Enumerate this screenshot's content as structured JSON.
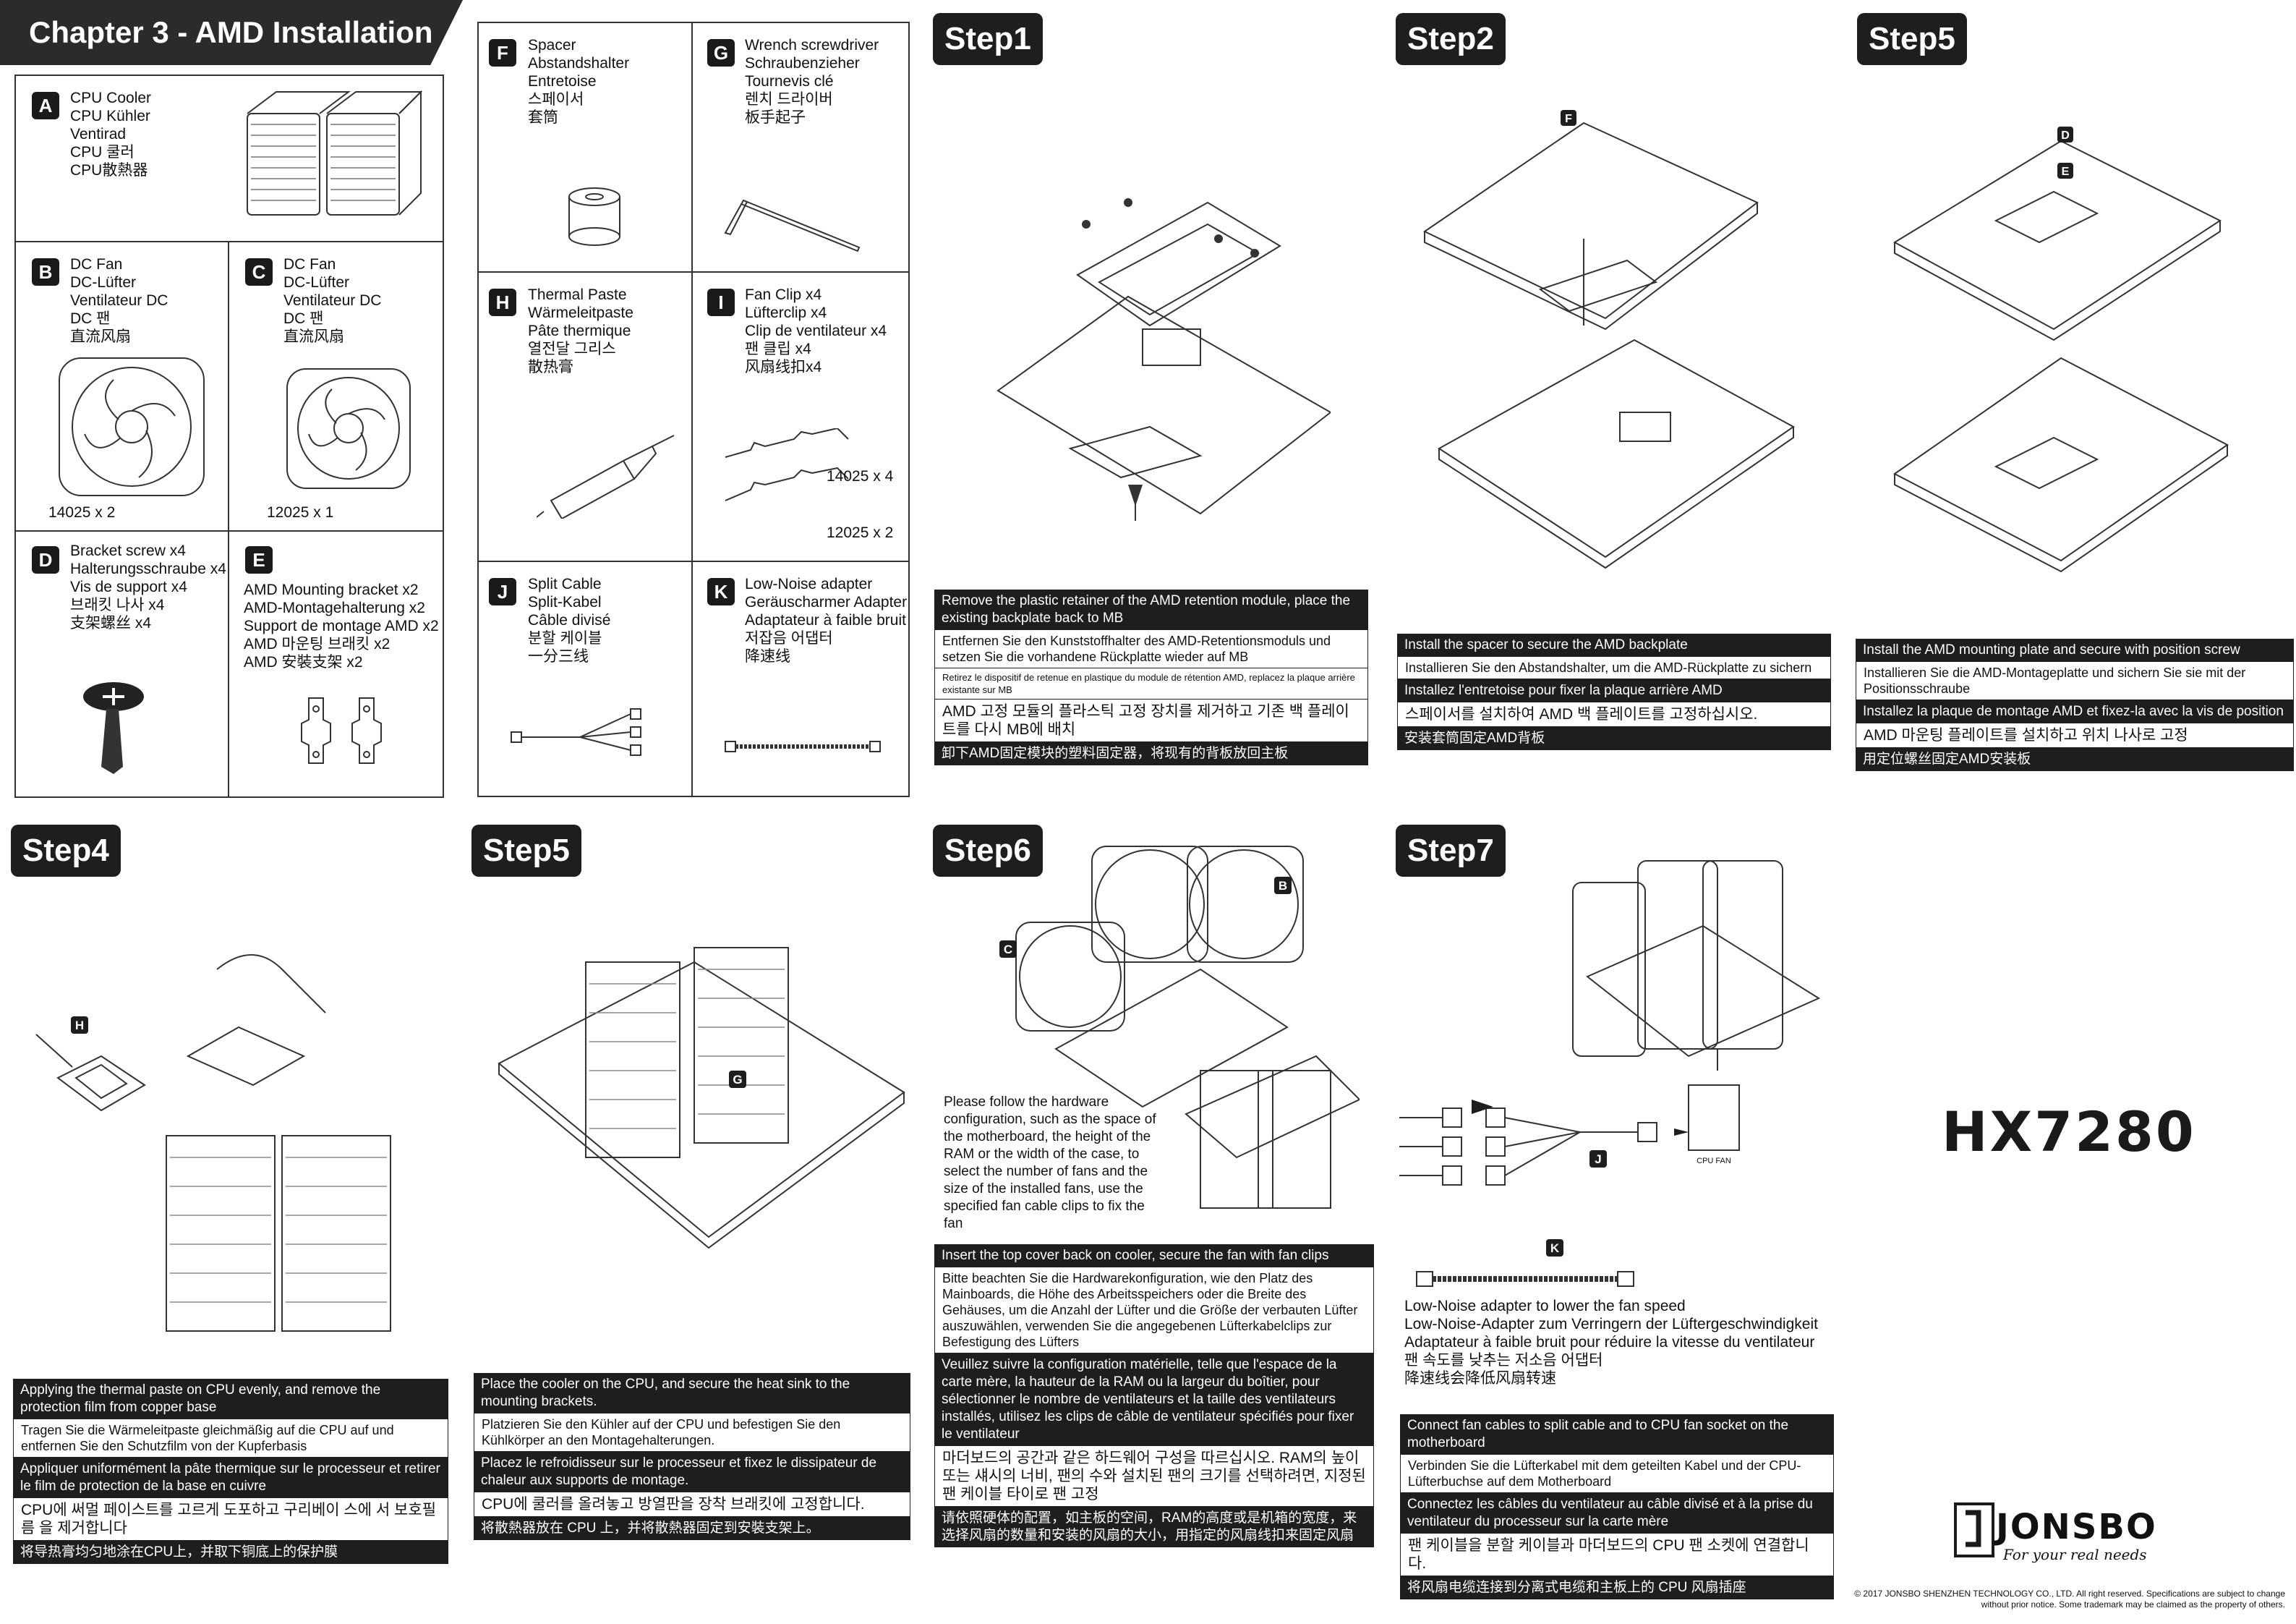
{
  "chapter_title": "Chapter 3 - AMD Installation",
  "parts": [
    {
      "letter": "A",
      "lines": [
        "CPU Cooler",
        "CPU Kühler",
        "Ventirad",
        "CPU 쿨러",
        "CPU散熱器"
      ],
      "qty": ""
    },
    {
      "letter": "B",
      "lines": [
        "DC Fan",
        "DC-Lüfter",
        "Ventilateur DC",
        "DC 팬",
        "直流风扇"
      ],
      "qty": "14025 x 2"
    },
    {
      "letter": "C",
      "lines": [
        "DC Fan",
        "DC-Lüfter",
        "Ventilateur DC",
        "DC 팬",
        "直流风扇"
      ],
      "qty": "12025 x 1"
    },
    {
      "letter": "D",
      "lines": [
        "Bracket screw x4",
        "Halterungsschraube x4",
        "Vis de support x4",
        "브래킷 나사 x4",
        "支架螺丝 x4"
      ],
      "qty": ""
    },
    {
      "letter": "E",
      "lines": [
        "AMD Mounting bracket x2",
        "AMD-Montagehalterung x2",
        "Support de montage AMD x2",
        "AMD 마운팅 브래킷 x2",
        "AMD 安裝支架 x2"
      ],
      "qty": ""
    },
    {
      "letter": "F",
      "lines": [
        "Spacer",
        "Abstandshalter",
        "Entretoise",
        "스페이서",
        "套筒"
      ],
      "qty": ""
    },
    {
      "letter": "G",
      "lines": [
        "Wrench screwdriver",
        "Schraubenzieher",
        "Tournevis clé",
        "렌치 드라이버",
        "板手起子"
      ],
      "qty": ""
    },
    {
      "letter": "H",
      "lines": [
        "Thermal Paste",
        "Wärmeleitpaste",
        "Pâte thermique",
        "열전달 그리스",
        "散热膏"
      ],
      "qty": ""
    },
    {
      "letter": "I",
      "lines": [
        "Fan Clip x4",
        "Lüfterclip x4",
        "Clip de ventilateur x4",
        "팬 클립 x4",
        "风扇线扣x4"
      ],
      "qty": "14025 x 4",
      "qty2": "12025 x 2"
    },
    {
      "letter": "J",
      "lines": [
        "Split Cable",
        "Split-Kabel",
        "Câble divisé",
        "분할 케이블",
        "一分三线"
      ],
      "qty": ""
    },
    {
      "letter": "K",
      "lines": [
        "Low-Noise adapter",
        "Geräuscharmer Adapter",
        "Adaptateur à faible bruit",
        "저잡음 어댑터",
        "降速线"
      ],
      "qty": ""
    }
  ],
  "steps": {
    "s1": {
      "label": "Step1",
      "desc": [
        "Remove the plastic retainer of the AMD retention module, place the existing backplate back to MB",
        "Entfernen Sie den Kunststoffhalter des AMD-Retentionsmoduls und setzen Sie die vorhandene Rückplatte wieder auf MB",
        "Retirez le dispositif de retenue en plastique du module de rétention AMD, replacez la plaque arrière existante sur MB",
        "AMD 고정 모듈의 플라스틱 고정 장치를 제거하고 기존 백 플레이트를 다시 MB에 배치",
        "卸下AMD固定模块的塑料固定器，将现有的背板放回主板"
      ]
    },
    "s2": {
      "label": "Step2",
      "desc": [
        "Install the spacer to secure the AMD backplate",
        "Installieren Sie den Abstandshalter, um die AMD-Rückplatte zu sichern",
        "Installez l'entretoise pour fixer la plaque arrière AMD",
        "스페이서를 설치하여 AMD 백 플레이트를 고정하십시오.",
        "安装套筒固定AMD背板"
      ]
    },
    "s3": {
      "label": "Step5",
      "desc": [
        "Install the AMD mounting plate and secure with position screw",
        "Installieren Sie die AMD-Montageplatte und sichern Sie sie mit der Positionsschraube",
        "Installez la plaque de montage AMD et fixez-la avec la vis de position",
        "AMD 마운팅 플레이트를 설치하고 위치 나사로 고정",
        "用定位螺丝固定AMD安装板"
      ]
    },
    "s4": {
      "label": "Step4",
      "desc": [
        "Applying the thermal paste on CPU evenly, and remove the protection film from copper base",
        "Tragen Sie die Wärmeleitpaste gleichmäßig auf die CPU auf und entfernen Sie den Schutzfilm von der Kupferbasis",
        "Appliquer uniformément la pâte thermique sur le processeur et retirer le film de protection de la base en cuivre",
        "CPU에 써멀 페이스트를 고르게 도포하고 구리베이 스에 서 보호필름 을 제거합니다",
        "将导热膏均匀地涂在CPU上，并取下铜底上的保护膜"
      ]
    },
    "s5": {
      "label": "Step5",
      "desc": [
        "Place the cooler on the CPU, and secure the heat sink to the mounting brackets.",
        "Platzieren Sie den Kühler auf der CPU und befestigen Sie den Kühlkörper an den Montagehalterungen.",
        "Placez le refroidisseur sur le processeur et fixez le dissipateur de chaleur aux supports de montage.",
        "CPU에 쿨러를 올려놓고 방열판을 장착 브래킷에 고정합니다.",
        "将散熱器放在 CPU 上，并将散熱器固定到安裝支架上。"
      ]
    },
    "s6": {
      "label": "Step6",
      "note": "Please follow the hardware configuration, such as the space of the motherboard, the height of the RAM or the width of the case, to select the number of fans and the size of the installed fans, use the specified fan cable clips to fix the fan",
      "desc": [
        "Insert the top cover back on cooler, secure the fan with fan clips",
        "Bitte beachten Sie die Hardwarekonfiguration, wie den Platz des Mainboards, die Höhe des Arbeitsspeichers oder die Breite des Gehäuses, um die Anzahl der Lüfter und die Größe der verbauten Lüfter auszuwählen, verwenden Sie die angegebenen Lüfterkabelclips zur Befestigung des Lüfters",
        "Veuillez suivre la configuration matérielle, telle que l'espace de la carte mère, la hauteur de la RAM ou la largeur du boîtier, pour sélectionner le nombre de ventilateurs et la taille des ventilateurs installés, utilisez les clips de câble de ventilateur spécifiés pour fixer le ventilateur",
        "마더보드의 공간과 같은 하드웨어 구성을 따르십시오. RAM의 높이 또는 섀시의 너비, 팬의 수와 설치된 팬의 크기를 선택하려면, 지정된 팬 케이블 타이로 팬 고정",
        "请依照硬体的配置，如主板的空间，RAM的高度或是机箱的宽度，来选择风扇的数量和安装的风扇的大小，用指定的风扇线扣来固定风扇"
      ]
    },
    "s7": {
      "label": "Step7",
      "adapter": [
        "Low-Noise adapter to lower the fan speed",
        "Low-Noise-Adapter zum Verringern der Lüftergeschwindigkeit",
        "Adaptateur à faible bruit pour réduire la vitesse du ventilateur",
        "팬 속도를 낮추는 저소음 어댑터",
        "降速线会降低风扇转速"
      ],
      "desc": [
        "Connect fan cables to split cable and to CPU fan socket on the motherboard",
        "Verbinden Sie die Lüfterkabel mit dem geteilten Kabel und der CPU-Lüfterbuchse auf dem Motherboard",
        "Connectez les câbles du ventilateur au câble divisé et à la prise du ventilateur du processeur sur la carte mère",
        "팬 케이블을 분할 케이블과 마더보드의 CPU 팬 소켓에 연결합니다.",
        "将风扇电缆连接到分离式电缆和主板上的 CPU 风扇插座"
      ]
    }
  },
  "product_model": "HX7280",
  "brand": {
    "name": "JONSBO",
    "tagline": "For your real needs"
  },
  "copyright": "© 2017 JONSBO SHENZHEN TECHNOLOGY CO., LTD. All right reserved. Specifications are subject to change without prior notice. Some trademark may be claimed as the property of others.",
  "diagram_labels": {
    "F": "F",
    "D": "D",
    "E": "E",
    "B": "B",
    "C": "C",
    "G": "G",
    "H": "H",
    "J": "J",
    "K": "K",
    "cpu_fan": "CPU FAN"
  }
}
